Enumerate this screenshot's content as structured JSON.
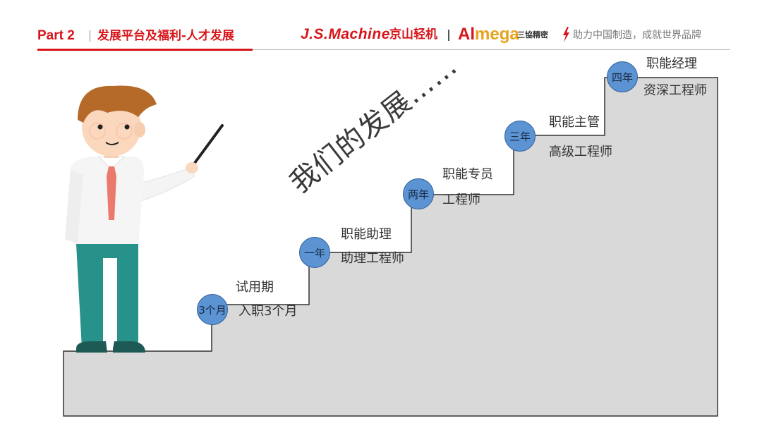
{
  "header": {
    "part": "Part 2",
    "title": "发展平台及福利-人才发展",
    "brand1": "J.S.Machine",
    "brand1_cn": "京山轻机",
    "brand2_a": "Al",
    "brand2_b": "mega",
    "brand2_cn": "三協精密",
    "slogan": "助力中国制造，成就世界品牌",
    "accent_color": "#d7151a"
  },
  "diagram": {
    "slogan": "我们的发展……",
    "steps": [
      {
        "badge": "3个月",
        "title": "试用期",
        "subtitle": "入职3个月"
      },
      {
        "badge": "一年",
        "title": "职能助理",
        "subtitle": "助理工程师"
      },
      {
        "badge": "两年",
        "title": "职能专员",
        "subtitle": "工程师"
      },
      {
        "badge": "三年",
        "title": "职能主管",
        "subtitle": "高级工程师"
      },
      {
        "badge": "四年",
        "title": "职能经理",
        "subtitle": "资深工程师"
      }
    ],
    "stair_fill": "#d9d9d9",
    "badge_fill": "#5b93d3"
  },
  "figure": {
    "icon": "presenter-man-icon"
  }
}
